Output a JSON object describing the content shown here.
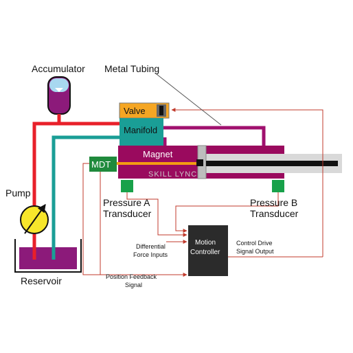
{
  "labels": {
    "accumulator": "Accumulator",
    "metal_tubing": "Metal Tubing",
    "valve": "Valve",
    "manifold": "Manifold",
    "magnet": "Magnet",
    "mdt": "MDT",
    "pump": "Pump",
    "reservoir": "Reservoir",
    "pressure_a_line1": "Pressure A",
    "pressure_a_line2": "Transducer",
    "pressure_b_line1": "Pressure B",
    "pressure_b_line2": "Transducer",
    "differential_line1": "Differential",
    "differential_line2": "Force Inputs",
    "motion_controller_line1": "Motion",
    "motion_controller_line2": "Controller",
    "control_drive_line1": "Control Drive",
    "control_drive_line2": "Signal Output",
    "position_feedback_line1": "Position Feedback",
    "position_feedback_line2": "Signal",
    "watermark": "SKILL LYNC"
  },
  "colors": {
    "pressure_line": "#e8202a",
    "return_line": "#1a9e96",
    "tubing": "#a0106e",
    "cylinder": "#9a0a5e",
    "valve": "#f5a623",
    "manifold": "#1a9e96",
    "mdt": "#1f8a3c",
    "transducer": "#18a14a",
    "signal_line": "#c0392b",
    "controller": "#2b2b2b",
    "accumulator_fluid": "#8c1a7a",
    "accumulator_gas": "#a8d8f0",
    "pump": "#f7e62b",
    "rod": "#d9d9d9",
    "rod_dark": "#111111",
    "sensor_rod": "#f39c12"
  }
}
